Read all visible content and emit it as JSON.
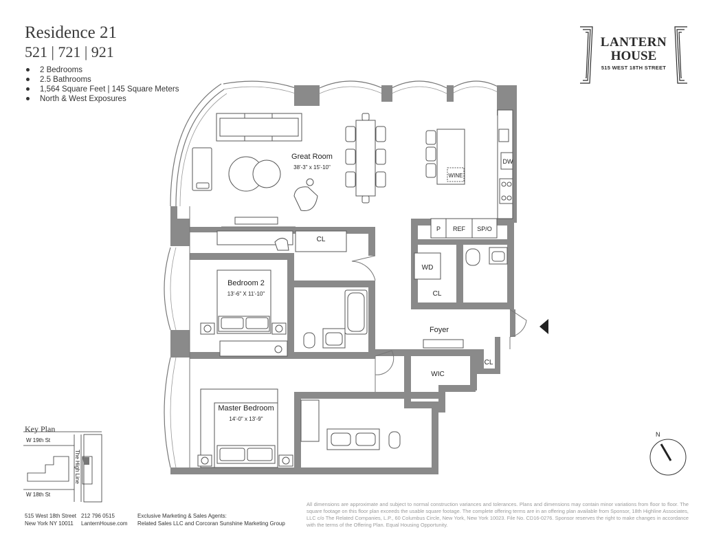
{
  "header": {
    "title": "Residence 21",
    "subtitle": "521 | 721 | 921",
    "features": [
      "2 Bedrooms",
      "2.5 Bathrooms",
      "1,564 Square Feet | 145 Square Meters",
      "North & West Exposures"
    ]
  },
  "logo": {
    "line1": "LANTERN",
    "line2": "HOUSE",
    "line3": "515 WEST 18TH STREET"
  },
  "rooms": {
    "great_room": {
      "name": "Great Room",
      "dims": "38'-3\" x 15'-10\""
    },
    "bedroom2": {
      "name": "Bedroom 2",
      "dims": "13'-6\" X 11'-10\""
    },
    "master": {
      "name": "Master Bedroom",
      "dims": "14'-0\" x 13'-9\""
    },
    "foyer": "Foyer",
    "wic": "WIC",
    "cl": "CL",
    "wd": "WD",
    "p": "P",
    "ref": "REF",
    "spo": "SP/O",
    "dw": "DW",
    "wine": "WINE"
  },
  "compass": {
    "label": "N"
  },
  "keyplan": {
    "title": "Key Plan",
    "street_top": "W 19th St",
    "street_bottom": "W 18th St",
    "high_line": "The High Line"
  },
  "footer": {
    "address1": "515 West 18th Street",
    "address2": "New York NY 10011",
    "phone": "212 796 0515",
    "website": "LanternHouse.com",
    "agents1": "Exclusive Marketing & Sales Agents:",
    "agents2": "Related Sales LLC and Corcoran Sunshine Marketing Group",
    "disclaimer": "All dimensions are approximate and subject to normal construction variances and tolerances. Plans and dimensions may contain minor variations from floor to floor. The square footage on this floor plan exceeds the usable square footage. The complete offering terms are in an offering plan available from Sponsor, 18th Highline Associates, LLC c/o The Related Companies, L.P., 60 Columbus Circle, New York, New York 10023. File No. CD16-0276. Sponsor reserves the right to make changes in accordance with the terms of the Offering Plan. Equal Housing Opportunity."
  }
}
